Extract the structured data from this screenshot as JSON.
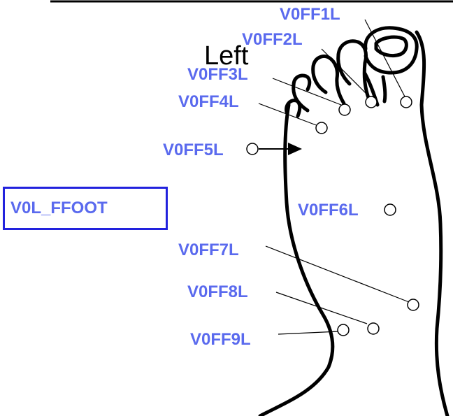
{
  "side_title": "Left",
  "group_label": "V0L_FFOOT",
  "markers": [
    {
      "id": "ff1",
      "label": "V0FF1L"
    },
    {
      "id": "ff2",
      "label": "V0FF2L"
    },
    {
      "id": "ff3",
      "label": "V0FF3L"
    },
    {
      "id": "ff4",
      "label": "V0FF4L"
    },
    {
      "id": "ff5",
      "label": "V0FF5L"
    },
    {
      "id": "ff6",
      "label": "V0FF6L"
    },
    {
      "id": "ff7",
      "label": "V0FF7L"
    },
    {
      "id": "ff8",
      "label": "V0FF8L"
    },
    {
      "id": "ff9",
      "label": "V0FF9L"
    }
  ],
  "colors": {
    "label": "#5a6aee",
    "box_border": "#2222dd",
    "outline": "#000000"
  }
}
